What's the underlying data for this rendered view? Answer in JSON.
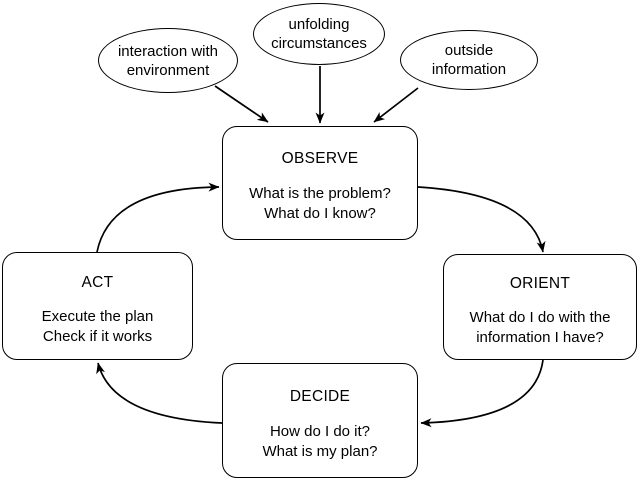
{
  "diagram": {
    "background_color": "#ffffff",
    "stroke_color": "#000000",
    "inputs": [
      {
        "id": "interaction-with-environment",
        "label_lines": [
          "interaction with",
          "environment"
        ]
      },
      {
        "id": "unfolding-circumstances",
        "label_lines": [
          "unfolding",
          "circumstances"
        ]
      },
      {
        "id": "outside-information",
        "label_lines": [
          "outside",
          "information"
        ]
      }
    ],
    "nodes": [
      {
        "id": "observe",
        "title": "OBSERVE",
        "lines": [
          "What is the problem?",
          "What do I know?"
        ]
      },
      {
        "id": "orient",
        "title": "ORIENT",
        "lines": [
          "What do I do with the",
          "information I have?"
        ]
      },
      {
        "id": "decide",
        "title": "DECIDE",
        "lines": [
          "How do I do it?",
          "What is my plan?"
        ]
      },
      {
        "id": "act",
        "title": "ACT",
        "lines": [
          "Execute the plan",
          "Check if it works"
        ]
      }
    ],
    "flow": [
      "interaction-with-environment -> observe",
      "unfolding-circumstances -> observe",
      "outside-information -> observe",
      "observe -> orient",
      "orient -> decide",
      "decide -> act",
      "act -> observe"
    ]
  }
}
